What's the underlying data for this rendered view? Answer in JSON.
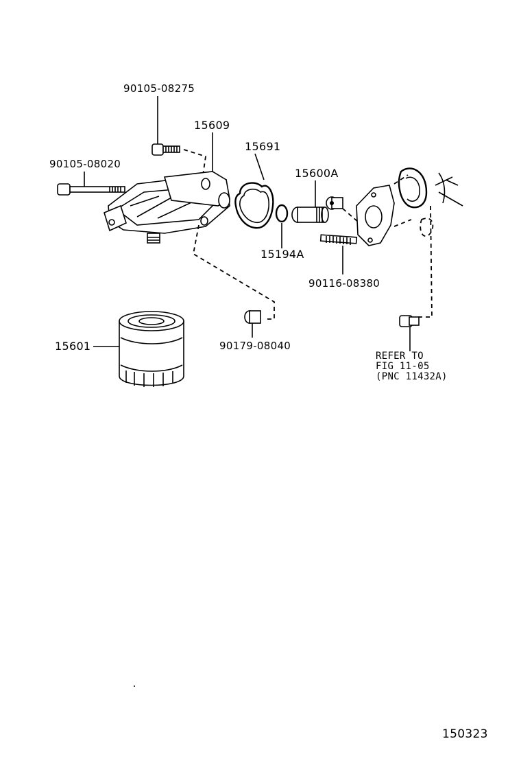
{
  "labels": {
    "bolt_top": "90105-08275",
    "bolt_long": "90105-08020",
    "housing": "15609",
    "gasket": "15691",
    "valve": "15600A",
    "oring": "15194A",
    "stud": "90116-08380",
    "plug": "90179-08040",
    "filter": "15601",
    "refer_line1": "REFER TO",
    "refer_line2": "FIG 11-05",
    "refer_line3": "(PNC 11432A)",
    "figure_id": "150323"
  }
}
